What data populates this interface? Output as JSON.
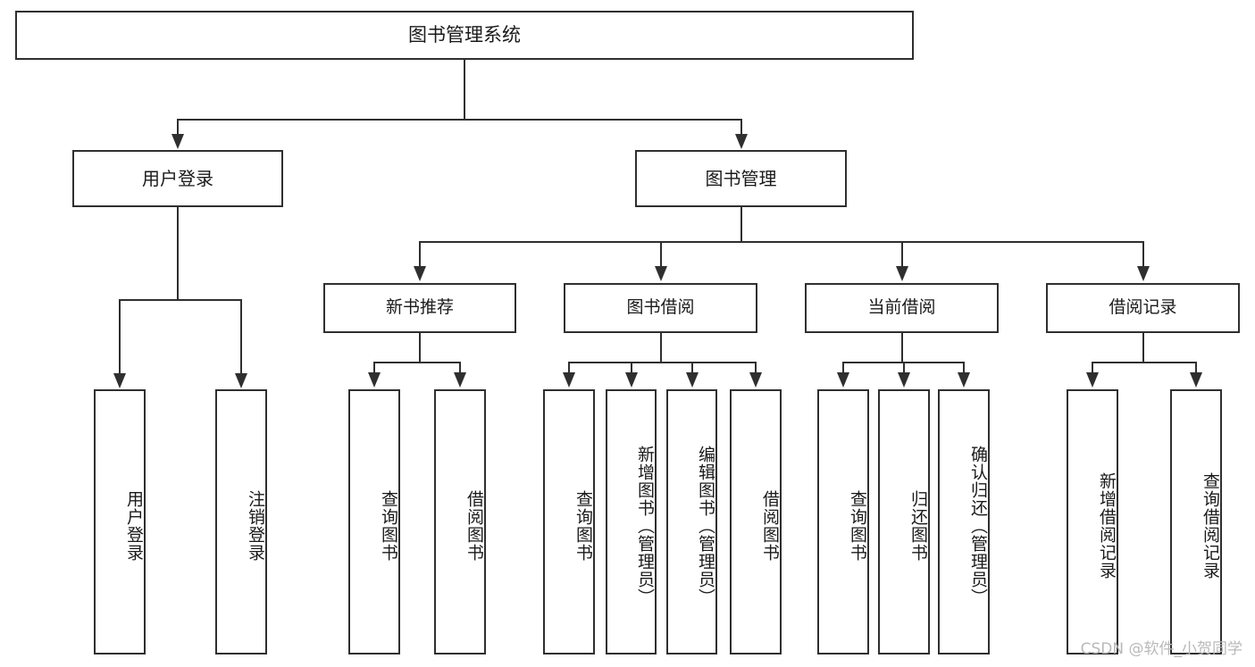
{
  "diagram": {
    "title": "图书管理系统",
    "root": {
      "label": "图书管理系统"
    },
    "level2": [
      {
        "label": "用户登录"
      },
      {
        "label": "图书管理"
      }
    ],
    "level3": [
      {
        "label": "新书推荐"
      },
      {
        "label": "图书借阅"
      },
      {
        "label": "当前借阅"
      },
      {
        "label": "借阅记录"
      }
    ],
    "leaves": {
      "user_login": [
        {
          "label": "用户登录"
        },
        {
          "label": "注销登录"
        }
      ],
      "new_book_recommend": [
        {
          "label": "查询图书"
        },
        {
          "label": "借阅图书"
        }
      ],
      "book_borrow": [
        {
          "label": "查询图书"
        },
        {
          "label": "新增图书（管理员）"
        },
        {
          "label": "编辑图书（管理员）"
        },
        {
          "label": "借阅图书"
        }
      ],
      "current_borrow": [
        {
          "label": "查询图书"
        },
        {
          "label": "归还图书"
        },
        {
          "label": "确认归还（管理员）"
        }
      ],
      "borrow_record": [
        {
          "label": "新增借阅记录"
        },
        {
          "label": "查询借阅记录"
        }
      ]
    }
  },
  "watermark": {
    "text": "CSDN @软件_小贺同学"
  },
  "colors": {
    "background": "#ffffff",
    "line": "#2f2f2f",
    "text": "#1a1a1a",
    "watermark": "#b9b9b9"
  }
}
